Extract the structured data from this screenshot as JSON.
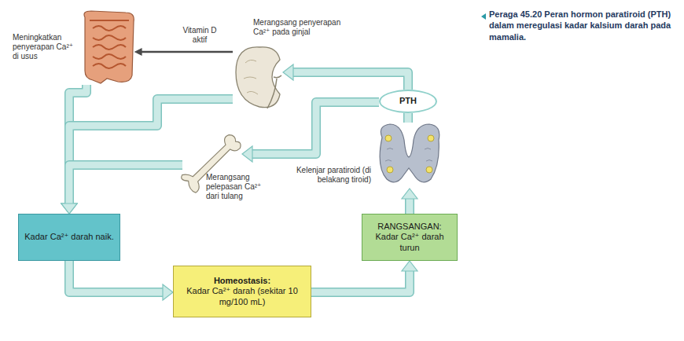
{
  "diagram": {
    "caption": "Peraga 45.20 Peran hormon paratiroid (PTH) dalam meregulasi kadar kalsium darah pada mamalia.",
    "nodes": [
      {
        "text": [
          "Meningkatkan penyerapan Ca²⁺ di usus"
        ]
      },
      {
        "text": [
          "Merangsang penyerapan Ca²⁺ pada ginjal"
        ]
      },
      {
        "text": [
          "Merangsang pelepasan Ca²⁺ dari tulang"
        ]
      },
      {
        "text": [
          "PTH"
        ]
      },
      {
        "text": [
          "Kelenjar paratiroid (di belakang tiroid)"
        ]
      },
      {
        "text": [
          "Kadar Ca²⁺ darah naik."
        ]
      },
      {
        "text": [
          "Homeostasis:",
          "Kadar Ca²⁺ darah (sekitar 10 mg/100 mL)"
        ]
      },
      {
        "text": [
          "RANGSANGAN:",
          "Kadar Ca²⁺ darah turun"
        ]
      }
    ],
    "edges": [
      {
        "from": 7,
        "to": 4,
        "arrow": "to"
      },
      {
        "from": 4,
        "to": 3,
        "arrow": "none"
      },
      {
        "from": 3,
        "to": 1,
        "arrow": "to"
      },
      {
        "from": 3,
        "to": 2,
        "arrow": "to"
      },
      {
        "from": 1,
        "to": 0,
        "arrow": "to",
        "label": "Vitamin D aktif"
      },
      {
        "from": 0,
        "to": 5,
        "arrow": "to"
      },
      {
        "from": 1,
        "to": 5,
        "arrow": "to"
      },
      {
        "from": 2,
        "to": 5,
        "arrow": "to"
      },
      {
        "from": 5,
        "to": 6,
        "arrow": "to"
      },
      {
        "from": 6,
        "to": 7,
        "arrow": "to"
      }
    ]
  }
}
